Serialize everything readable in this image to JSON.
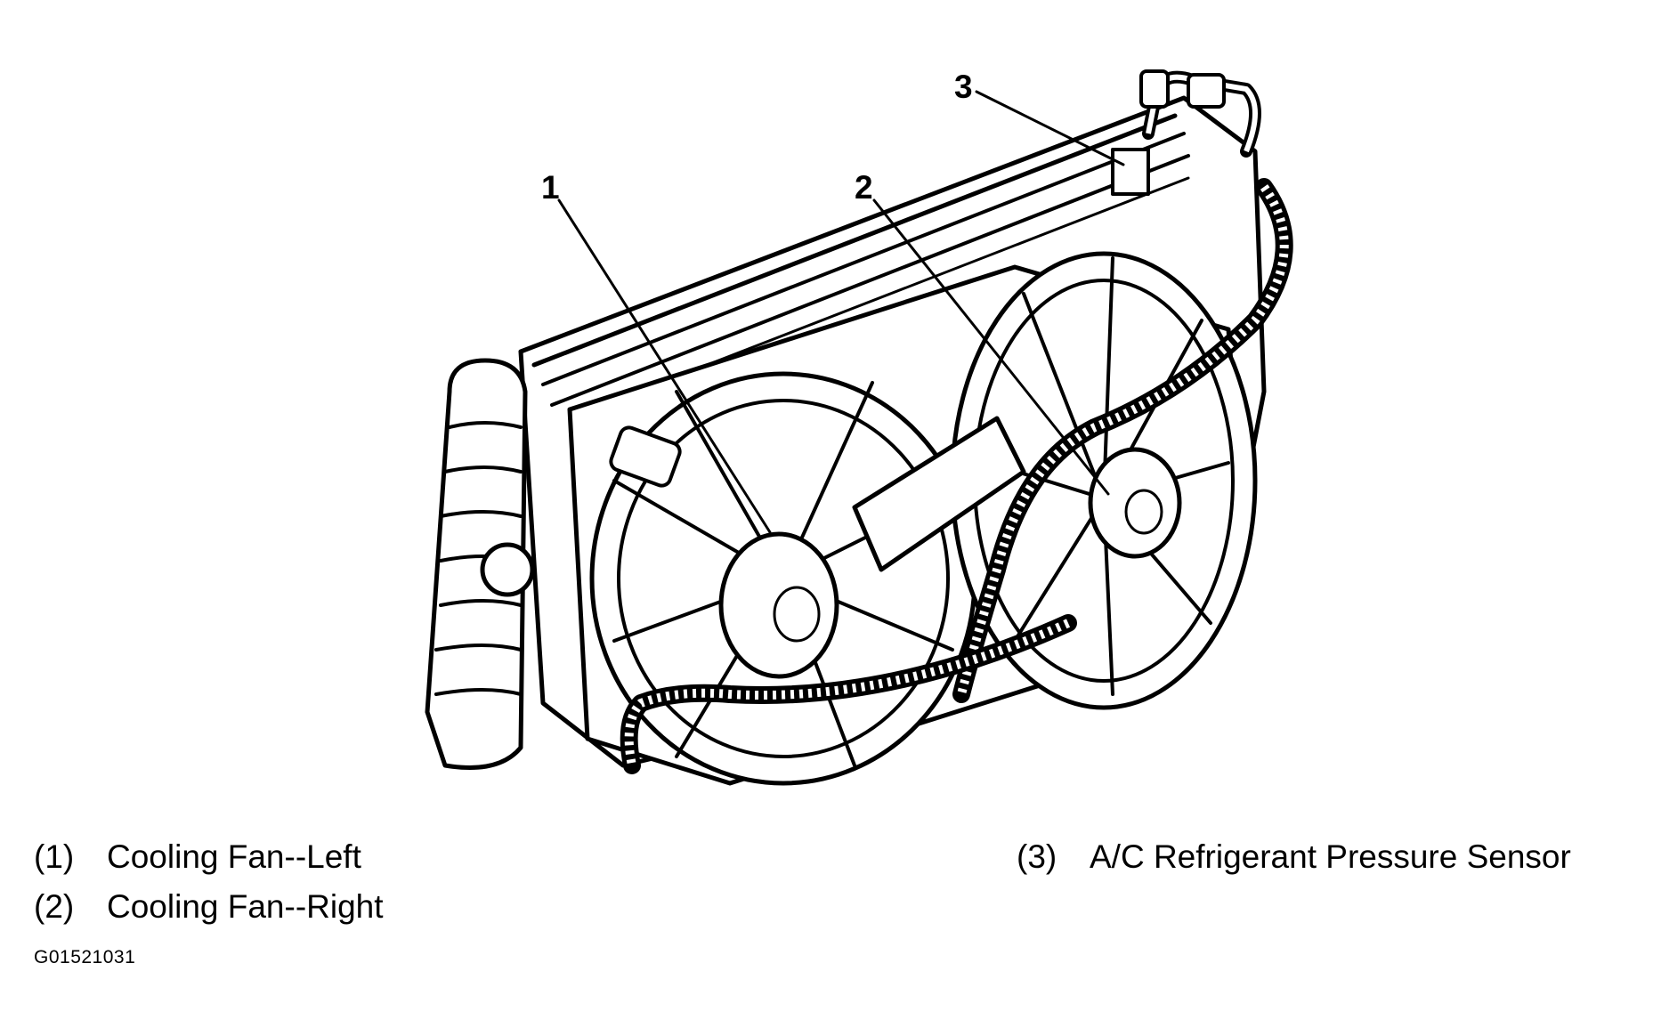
{
  "callouts": [
    {
      "number": "1",
      "label": "Cooling Fan--Left"
    },
    {
      "number": "2",
      "label": "Cooling Fan--Right"
    },
    {
      "number": "3",
      "label": "A/C Refrigerant Pressure Sensor"
    }
  ],
  "legend": [
    {
      "number": "(1)",
      "label": "Cooling Fan--Left"
    },
    {
      "number": "(2)",
      "label": "Cooling Fan--Right"
    },
    {
      "number": "(3)",
      "label": "A/C Refrigerant Pressure Sensor"
    }
  ],
  "figure_id": "G01521031"
}
